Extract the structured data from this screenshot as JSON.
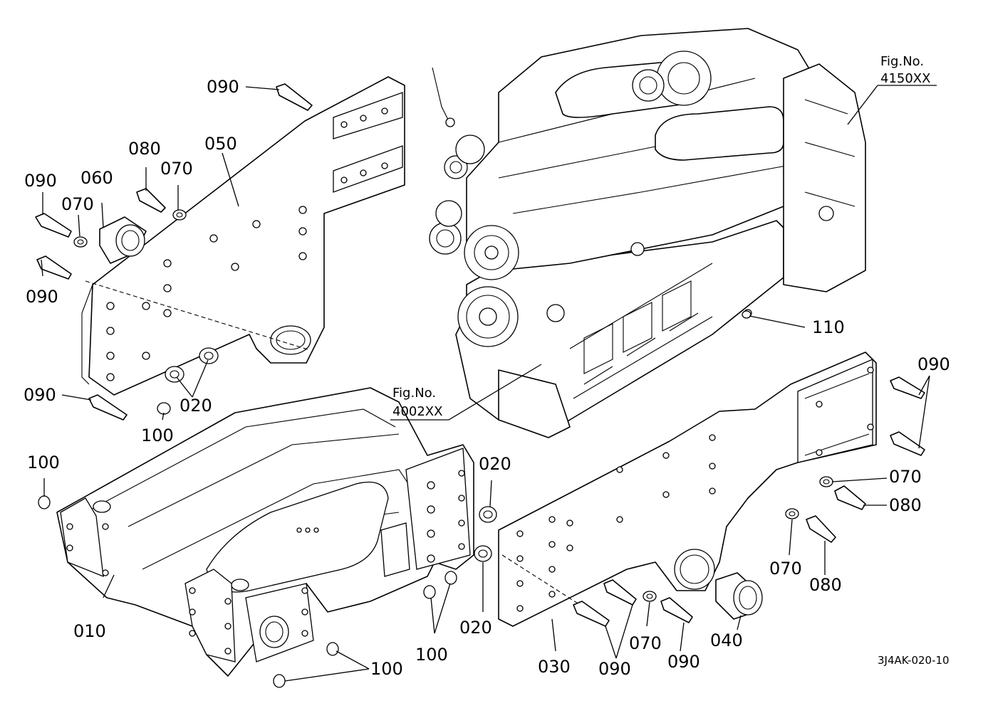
{
  "drawing_code": "3J4AK-020-10",
  "figure_refs": [
    {
      "id": "fig-4150",
      "prefix": "Fig.No.",
      "number": "4150XX"
    },
    {
      "id": "fig-4002",
      "prefix": "Fig.No.",
      "number": "4002XX"
    }
  ],
  "labels": [
    {
      "id": "l090-top",
      "text": "090"
    },
    {
      "id": "l050",
      "text": "050"
    },
    {
      "id": "l080-left",
      "text": "080"
    },
    {
      "id": "l070-left-top",
      "text": "070"
    },
    {
      "id": "l060",
      "text": "060"
    },
    {
      "id": "l090-left-a",
      "text": "090"
    },
    {
      "id": "l070-left-mid",
      "text": "070"
    },
    {
      "id": "l090-left-b",
      "text": "090"
    },
    {
      "id": "l090-left-c",
      "text": "090"
    },
    {
      "id": "l020-left",
      "text": "020"
    },
    {
      "id": "l100-a",
      "text": "100"
    },
    {
      "id": "l100-b",
      "text": "100"
    },
    {
      "id": "l110",
      "text": "110"
    },
    {
      "id": "l090-right-top",
      "text": "090"
    },
    {
      "id": "l070-right",
      "text": "070"
    },
    {
      "id": "l080-right",
      "text": "080"
    },
    {
      "id": "l070-right-b",
      "text": "070"
    },
    {
      "id": "l080-right-b",
      "text": "080"
    },
    {
      "id": "l020-mid-a",
      "text": "020"
    },
    {
      "id": "l020-mid-b",
      "text": "020"
    },
    {
      "id": "l010",
      "text": "010"
    },
    {
      "id": "l100-c",
      "text": "100"
    },
    {
      "id": "l100-d",
      "text": "100"
    },
    {
      "id": "l030",
      "text": "030"
    },
    {
      "id": "l090-bottom-a",
      "text": "090"
    },
    {
      "id": "l070-bottom",
      "text": "070"
    },
    {
      "id": "l090-bottom-b",
      "text": "090"
    },
    {
      "id": "l040",
      "text": "040"
    }
  ]
}
